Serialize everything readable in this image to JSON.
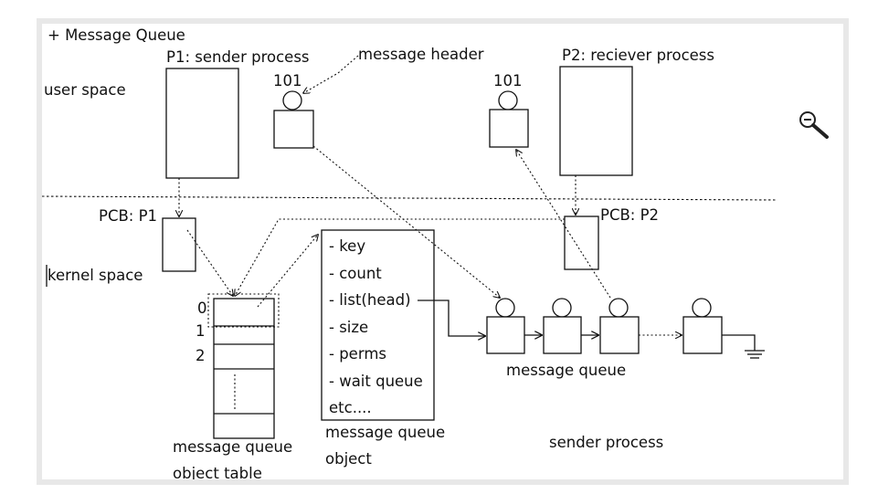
{
  "title": "+ Message Queue",
  "labels": {
    "user_space": "user space",
    "kernel_space": "kernel space",
    "p1": "P1: sender process",
    "p2": "P2: reciever process",
    "message_header": "message header",
    "msg_id_left": "101",
    "msg_id_right": "101",
    "pcb_p1": "PCB: P1",
    "pcb_p2": "PCB: P2",
    "index_0": "0",
    "index_1": "1",
    "index_2": "2",
    "table_caption_1": "message queue",
    "table_caption_2": "object table",
    "object_caption_1": "message queue",
    "object_caption_2": "object",
    "queue_caption": "message queue",
    "sender_caption": "sender process"
  },
  "object_fields": [
    "- key",
    "- count",
    "- list(head)",
    "- size",
    "- perms",
    "- wait queue",
    "etc...."
  ],
  "icons": {
    "zoom": "zoom-out-icon"
  }
}
